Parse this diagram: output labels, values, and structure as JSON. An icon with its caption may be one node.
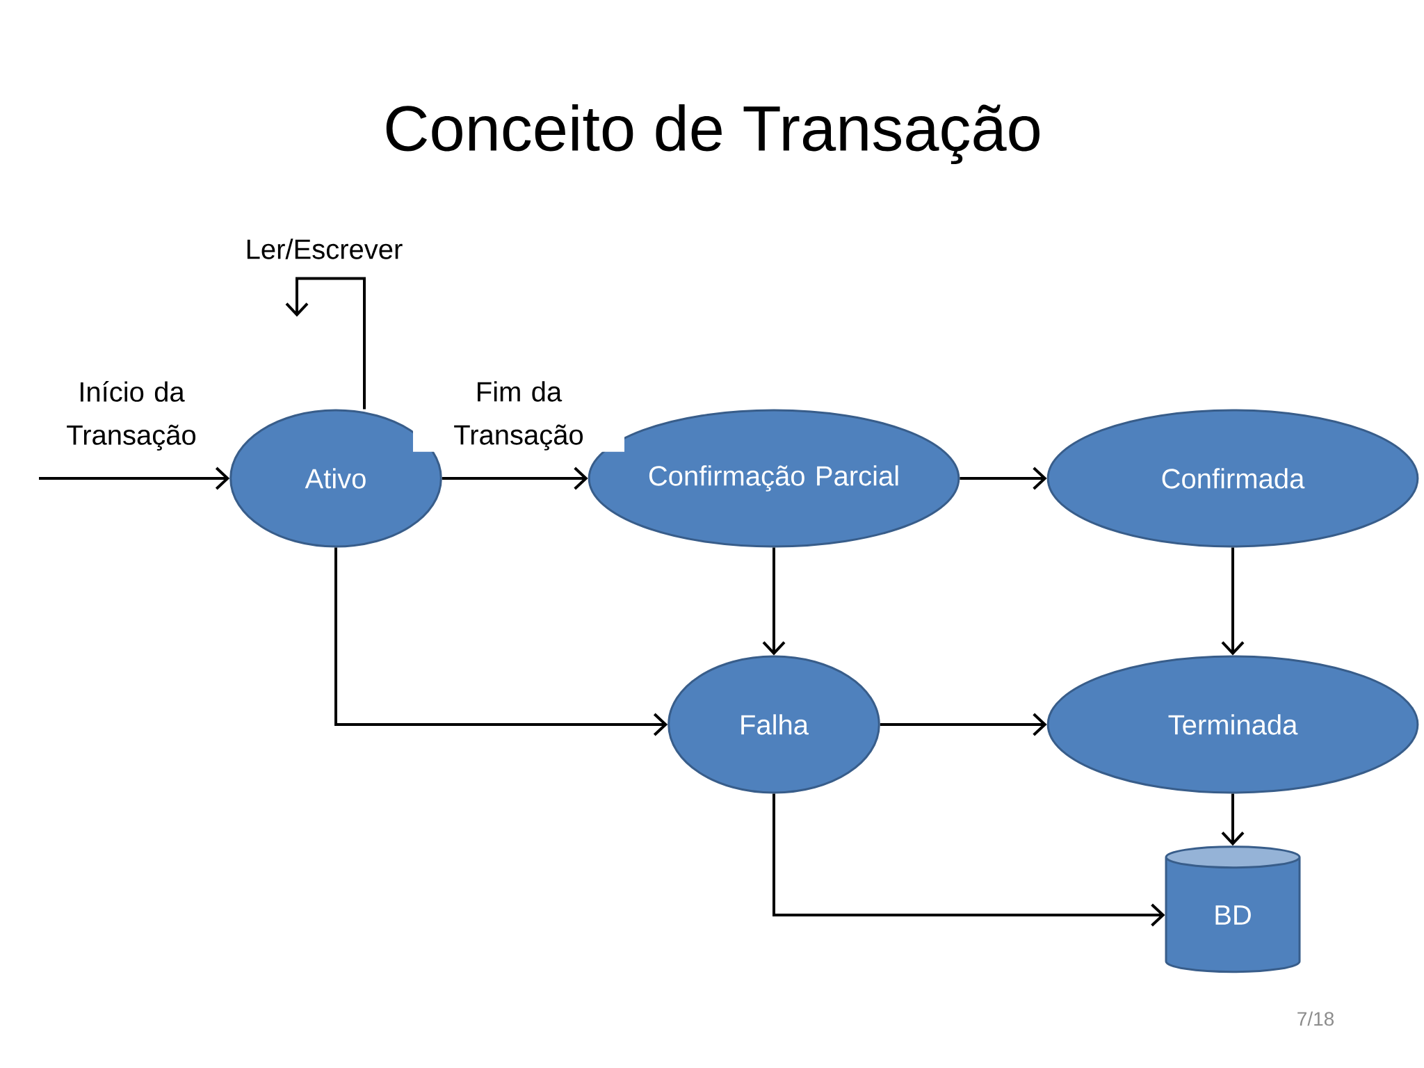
{
  "diagram": {
    "title": "Conceito de Transação",
    "nodes": [
      {
        "text": [
          "Ativo"
        ]
      },
      {
        "text": [
          "Confirmação Parcial"
        ]
      },
      {
        "text": [
          "Confirmada"
        ]
      },
      {
        "text": [
          "Falha"
        ]
      },
      {
        "text": [
          "Terminada"
        ]
      },
      {
        "text": [
          "BD"
        ]
      }
    ],
    "edges": [
      {
        "from": null,
        "to": 0,
        "arrow": "to",
        "label": "Início da Transação"
      },
      {
        "from": 0,
        "to": null,
        "arrow": "to",
        "label": "Ler/Escrever"
      },
      {
        "from": 0,
        "to": 1,
        "arrow": "to",
        "label": "Fim da Transação"
      },
      {
        "from": 1,
        "to": 2,
        "arrow": "to"
      },
      {
        "from": 0,
        "to": 3,
        "arrow": "to"
      },
      {
        "from": 1,
        "to": 3,
        "arrow": "to"
      },
      {
        "from": 2,
        "to": 4,
        "arrow": "to"
      },
      {
        "from": 3,
        "to": 4,
        "arrow": "to"
      },
      {
        "from": 3,
        "to": 5,
        "arrow": "to"
      },
      {
        "from": 4,
        "to": 5,
        "arrow": "to"
      }
    ],
    "labels": [
      "7/18"
    ]
  }
}
